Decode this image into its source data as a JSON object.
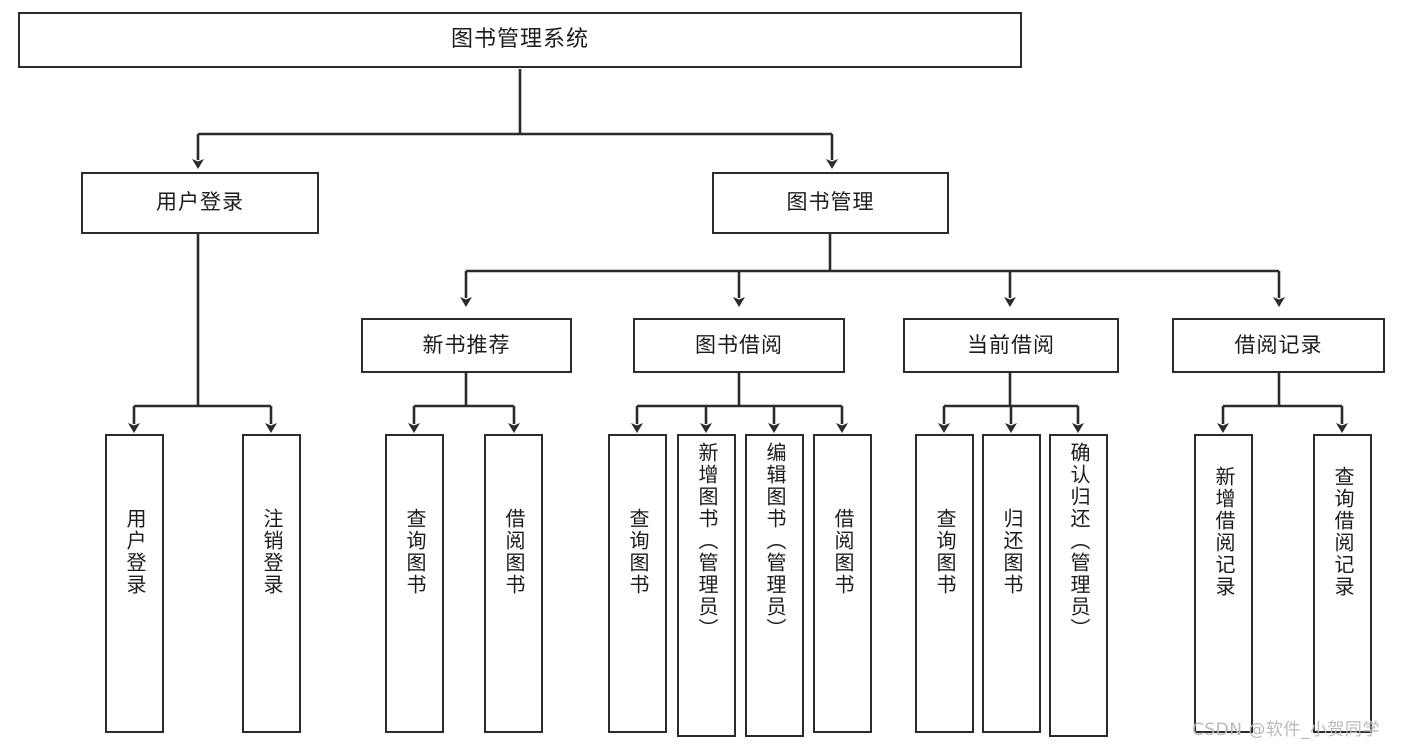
{
  "diagram": {
    "title": "图书管理系统",
    "type": "tree-hierarchy",
    "root": {
      "label": "图书管理系统"
    },
    "level2": [
      {
        "label": "用户登录"
      },
      {
        "label": "图书管理"
      }
    ],
    "level3": [
      {
        "label": "新书推荐",
        "parent": "图书管理"
      },
      {
        "label": "图书借阅",
        "parent": "图书管理"
      },
      {
        "label": "当前借阅",
        "parent": "图书管理"
      },
      {
        "label": "借阅记录",
        "parent": "图书管理"
      }
    ],
    "leaves": {
      "user_login": [
        {
          "label": "用户登录"
        },
        {
          "label": "注销登录"
        }
      ],
      "new_book_recommend": [
        {
          "label": "查询图书"
        },
        {
          "label": "借阅图书"
        }
      ],
      "book_borrow": [
        {
          "label": "查询图书"
        },
        {
          "label": "新增图书（管理员）"
        },
        {
          "label": "编辑图书（管理员）"
        },
        {
          "label": "借阅图书"
        }
      ],
      "current_borrow": [
        {
          "label": "查询图书"
        },
        {
          "label": "归还图书"
        },
        {
          "label": "确认归还（管理员）"
        }
      ],
      "borrow_record": [
        {
          "label": "新增借阅记录"
        },
        {
          "label": "查询借阅记录"
        }
      ]
    },
    "watermark": "CSDN @软件_小贺同学",
    "colors": {
      "border": "#2b2b2b",
      "background": "#ffffff",
      "text": "#1c1c1c",
      "watermark": "#b9b9b9"
    }
  }
}
